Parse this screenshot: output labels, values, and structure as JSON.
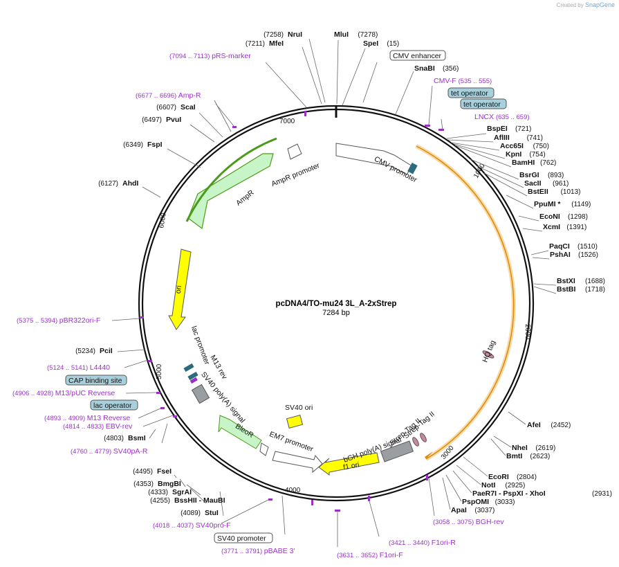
{
  "credit": {
    "prefix": "Created by",
    "brand": "SnapGene"
  },
  "plasmid": {
    "name": "pcDNA4/TO-mu24 3L_A-2xStrep",
    "length_label": "7284 bp"
  },
  "ticks": [
    "1000",
    "2000",
    "3000",
    "4000",
    "5000",
    "6000",
    "7000"
  ],
  "enzymes_left": [
    {
      "pos": "(7258)",
      "name": "NruI"
    },
    {
      "pos": "(7211)",
      "name": "MfeI"
    },
    {
      "pos": "(6607)",
      "name": "ScaI"
    },
    {
      "pos": "(6497)",
      "name": "PvuI"
    },
    {
      "pos": "(6349)",
      "name": "FspI"
    },
    {
      "pos": "(6127)",
      "name": "AhdI"
    },
    {
      "pos": "(5234)",
      "name": "PciI"
    },
    {
      "pos": "(4803)",
      "name": "BsmI"
    },
    {
      "pos": "(4495)",
      "name": "FseI"
    },
    {
      "pos": "(4353)",
      "name": "BmgBI"
    },
    {
      "pos": "(4333)",
      "name": "SgrAI"
    },
    {
      "pos": "(4255)",
      "name": "BssHII  -  MauBI"
    },
    {
      "pos": "(4089)",
      "name": "StuI"
    }
  ],
  "enzymes_right": [
    {
      "name": "MluI",
      "pos": "(7278)"
    },
    {
      "name": "SpeI",
      "pos": "(15)"
    },
    {
      "name": "SnaBI",
      "pos": "(356)"
    },
    {
      "name": "BspEI",
      "pos": "(721)"
    },
    {
      "name": "AflIII",
      "pos": "(741)"
    },
    {
      "name": "Acc65I",
      "pos": "(750)"
    },
    {
      "name": "KpnI",
      "pos": "(754)"
    },
    {
      "name": "BamHI",
      "pos": "(762)"
    },
    {
      "name": "BsrGI",
      "pos": "(893)"
    },
    {
      "name": "SacII",
      "pos": "(961)"
    },
    {
      "name": "BstEII",
      "pos": "(1013)"
    },
    {
      "name": "PpuMI *",
      "pos": "(1149)"
    },
    {
      "name": "EcoNI",
      "pos": "(1298)"
    },
    {
      "name": "XcmI",
      "pos": "(1391)"
    },
    {
      "name": "PaqCI",
      "pos": "(1510)"
    },
    {
      "name": "PshAI",
      "pos": "(1526)"
    },
    {
      "name": "BstXI",
      "pos": "(1688)"
    },
    {
      "name": "BstBI",
      "pos": "(1718)"
    },
    {
      "name": "AfeI",
      "pos": "(2452)"
    },
    {
      "name": "NheI",
      "pos": "(2619)"
    },
    {
      "name": "BmtI",
      "pos": "(2623)"
    },
    {
      "name": "EcoRI",
      "pos": "(2804)"
    },
    {
      "name": "NotI",
      "pos": "(2925)"
    },
    {
      "name": "PaeR7I  -  PspXI  -  XhoI",
      "pos": "(2931)"
    },
    {
      "name": "PspOMI",
      "pos": "(3033)"
    },
    {
      "name": "ApaI",
      "pos": "(3037)"
    }
  ],
  "primers": [
    {
      "range": "(7094 .. 7113)",
      "name": "pRS-marker"
    },
    {
      "range": "(6677 .. 6696)",
      "name": "Amp-R"
    },
    {
      "range": "(5375 .. 5394)",
      "name": "pBR322ori-F"
    },
    {
      "range": "(5124 .. 5141)",
      "name": "L4440"
    },
    {
      "range": "(4906 .. 4928)",
      "name": "M13/pUC Reverse"
    },
    {
      "range": "(4893 .. 4909)",
      "name": "M13 Reverse"
    },
    {
      "range": "(4814 .. 4833)",
      "name": "EBV-rev"
    },
    {
      "range": "(4760 .. 4779)",
      "name": "SV40pA-R"
    },
    {
      "range": "(4018 .. 4037)",
      "name": "SV40pro-F"
    },
    {
      "range": "(3771 .. 3791)",
      "name": "pBABE 3'"
    },
    {
      "range": "(3631 .. 3652)",
      "name": "F1ori-F"
    },
    {
      "range": "(3421 .. 3440)",
      "name": "F1ori-R"
    },
    {
      "range": "(3058 .. 3075)",
      "name": "BGH-rev"
    },
    {
      "range": "(535 .. 555)",
      "name": "CMV-F"
    },
    {
      "range": "(635 .. 659)",
      "name": "LNCX"
    }
  ],
  "boxed_labels": {
    "cmv_enhancer": "CMV enhancer",
    "tet_operator_1": "tet operator",
    "tet_operator_2": "tet operator",
    "cap_binding": "CAP binding site",
    "lac_operator": "lac operator",
    "sv40_promoter": "SV40 promoter"
  },
  "features": {
    "cmv_promoter": "CMV promoter",
    "ampr_promoter": "AmpR promoter",
    "ampr": "AmpR",
    "ori": "ori",
    "lac_promoter": "lac promoter",
    "m13_rev": "M13 rev",
    "sv40_polya": "SV40 poly(A) signal",
    "bleor": "BleoR",
    "em7_promoter": "EM7 promoter",
    "sv40_ori": "SV40 ori",
    "f1_ori": "f1 ori",
    "bgh_polya": "bGH poly(A) signal",
    "strep_tag_1": "Strep-Tag II",
    "strep_tag_2": "Strep-Tag II",
    "hq_tag": "HQ tag"
  },
  "colors": {
    "primer": "#9b30c9",
    "ampr_fill": "#c8f5c8",
    "ampr_stroke": "#4c9a1a",
    "ori_fill": "#ffff00",
    "orange_highlight": "#f5c060",
    "operator_fill": "#a8d0dc",
    "teal": "#2b6b7b",
    "grey": "#9a9ea3"
  }
}
